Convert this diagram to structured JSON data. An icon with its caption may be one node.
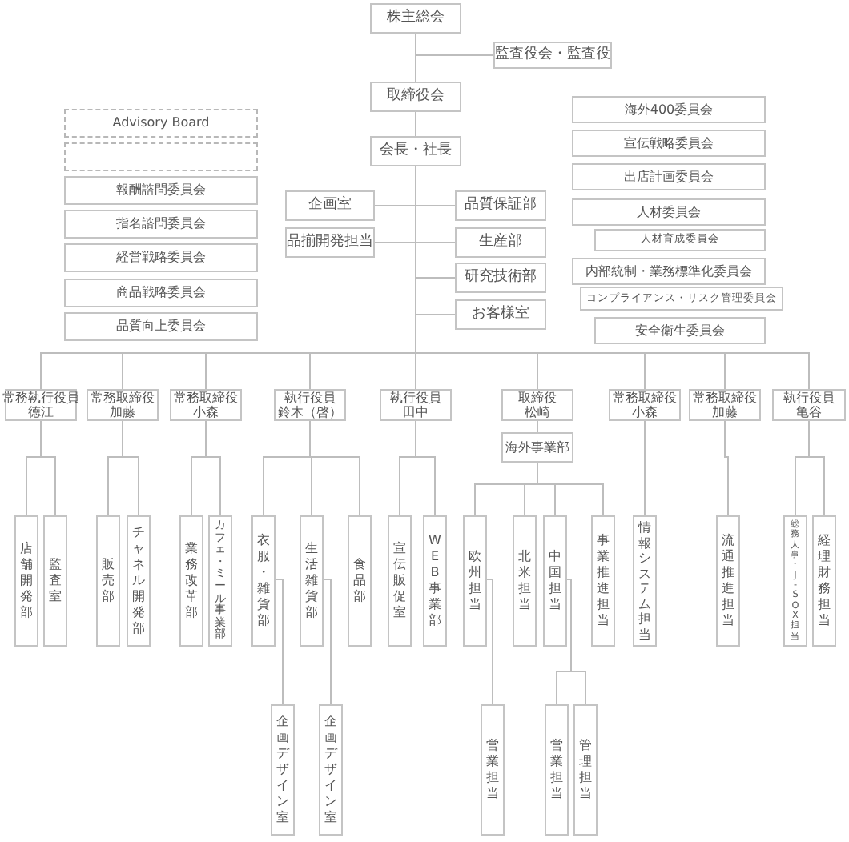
{
  "diagram": {
    "nodes": [
      {
        "text": [
          "株主総会"
        ]
      },
      {
        "text": [
          "監査役会・監査役"
        ]
      },
      {
        "text": [
          "取締役会"
        ]
      },
      {
        "text": [
          "会長・社長"
        ]
      },
      {
        "text": [
          "Advisory Board"
        ]
      },
      {
        "text": [],
        "shape": "box"
      },
      {
        "text": [
          "報酬諮問委員会"
        ]
      },
      {
        "text": [
          "指名諮問委員会"
        ]
      },
      {
        "text": [
          "経営戦略委員会"
        ]
      },
      {
        "text": [
          "商品戦略委員会"
        ]
      },
      {
        "text": [
          "品質向上委員会"
        ]
      },
      {
        "text": [
          "企画室"
        ]
      },
      {
        "text": [
          "品質保証部"
        ]
      },
      {
        "text": [
          "品揃開発担当"
        ]
      },
      {
        "text": [
          "生産部"
        ]
      },
      {
        "text": [
          "研究技術部"
        ]
      },
      {
        "text": [
          "お客様室"
        ]
      },
      {
        "text": [
          "海外400委員会"
        ]
      },
      {
        "text": [
          "宣伝戦略委員会"
        ]
      },
      {
        "text": [
          "出店計画委員会"
        ]
      },
      {
        "text": [
          "人材委員会"
        ]
      },
      {
        "text": [
          "人材育成委員会"
        ]
      },
      {
        "text": [
          "内部統制・業務標準化委員会"
        ]
      },
      {
        "text": [
          "コンプライアンス・リスク管理委員会"
        ]
      },
      {
        "text": [
          "安全衛生委員会"
        ]
      },
      {
        "text": [
          "常務執行役員",
          "徳江"
        ]
      },
      {
        "text": [
          "常務取締役",
          "加藤"
        ]
      },
      {
        "text": [
          "常務取締役",
          "小森"
        ]
      },
      {
        "text": [
          "執行役員",
          "鈴木（啓）"
        ]
      },
      {
        "text": [
          "執行役員",
          "田中"
        ]
      },
      {
        "text": [
          "取締役",
          "松崎"
        ]
      },
      {
        "text": [
          "常務取締役",
          "小森"
        ]
      },
      {
        "text": [
          "常務取締役",
          "加藤"
        ]
      },
      {
        "text": [
          "執行役員",
          "亀谷"
        ]
      },
      {
        "text": [
          "海外事業部"
        ]
      },
      {
        "text": [
          "店舗開発部"
        ]
      },
      {
        "text": [
          "監査室"
        ]
      },
      {
        "text": [
          "販売部"
        ]
      },
      {
        "text": [
          "チャネル開発部"
        ]
      },
      {
        "text": [
          "業務改革部"
        ]
      },
      {
        "text": [
          "カフェ・ミール事業部"
        ]
      },
      {
        "text": [
          "衣服・雑貨部"
        ]
      },
      {
        "text": [
          "生活雑貨部"
        ]
      },
      {
        "text": [
          "食品部"
        ]
      },
      {
        "text": [
          "宣伝販促室"
        ]
      },
      {
        "text": [
          "WEB事業部"
        ]
      },
      {
        "text": [
          "欧州担当"
        ]
      },
      {
        "text": [
          "北米担当"
        ]
      },
      {
        "text": [
          "中国担当"
        ]
      },
      {
        "text": [
          "事業推進担当"
        ]
      },
      {
        "text": [
          "情報システム担当"
        ]
      },
      {
        "text": [
          "流通推進担当"
        ]
      },
      {
        "text": [
          "総務人事・J-SOX担当"
        ]
      },
      {
        "text": [
          "経理財務担当"
        ]
      },
      {
        "text": [
          "企画デザイン室"
        ]
      },
      {
        "text": [
          "企画デザイン室"
        ]
      },
      {
        "text": [
          "営業担当"
        ]
      },
      {
        "text": [
          "営業担当"
        ]
      },
      {
        "text": [
          "管理担当"
        ]
      }
    ],
    "edges": [
      {
        "from": 0,
        "to": 1,
        "arrow": "none"
      },
      {
        "from": 0,
        "to": 2,
        "arrow": "none"
      },
      {
        "from": 2,
        "to": 3,
        "arrow": "none"
      },
      {
        "from": 3,
        "to": 11,
        "arrow": "none"
      },
      {
        "from": 3,
        "to": 12,
        "arrow": "none"
      },
      {
        "from": 3,
        "to": 13,
        "arrow": "none"
      },
      {
        "from": 3,
        "to": 14,
        "arrow": "none"
      },
      {
        "from": 3,
        "to": 15,
        "arrow": "none"
      },
      {
        "from": 3,
        "to": 16,
        "arrow": "none"
      },
      {
        "from": 3,
        "to": 25,
        "arrow": "none"
      },
      {
        "from": 3,
        "to": 26,
        "arrow": "none"
      },
      {
        "from": 3,
        "to": 27,
        "arrow": "none"
      },
      {
        "from": 3,
        "to": 28,
        "arrow": "none"
      },
      {
        "from": 3,
        "to": 29,
        "arrow": "none"
      },
      {
        "from": 3,
        "to": 30,
        "arrow": "none"
      },
      {
        "from": 3,
        "to": 31,
        "arrow": "none"
      },
      {
        "from": 3,
        "to": 32,
        "arrow": "none"
      },
      {
        "from": 3,
        "to": 33,
        "arrow": "none"
      },
      {
        "from": 30,
        "to": 34,
        "arrow": "none"
      },
      {
        "from": 25,
        "to": 35,
        "arrow": "none"
      },
      {
        "from": 25,
        "to": 36,
        "arrow": "none"
      },
      {
        "from": 26,
        "to": 37,
        "arrow": "none"
      },
      {
        "from": 26,
        "to": 38,
        "arrow": "none"
      },
      {
        "from": 27,
        "to": 39,
        "arrow": "none"
      },
      {
        "from": 27,
        "to": 40,
        "arrow": "none"
      },
      {
        "from": 28,
        "to": 41,
        "arrow": "none"
      },
      {
        "from": 28,
        "to": 42,
        "arrow": "none"
      },
      {
        "from": 28,
        "to": 43,
        "arrow": "none"
      },
      {
        "from": 29,
        "to": 44,
        "arrow": "none"
      },
      {
        "from": 29,
        "to": 45,
        "arrow": "none"
      },
      {
        "from": 34,
        "to": 46,
        "arrow": "none"
      },
      {
        "from": 34,
        "to": 47,
        "arrow": "none"
      },
      {
        "from": 34,
        "to": 48,
        "arrow": "none"
      },
      {
        "from": 34,
        "to": 49,
        "arrow": "none"
      },
      {
        "from": 31,
        "to": 50,
        "arrow": "none"
      },
      {
        "from": 32,
        "to": 51,
        "arrow": "none"
      },
      {
        "from": 33,
        "to": 52,
        "arrow": "none"
      },
      {
        "from": 33,
        "to": 53,
        "arrow": "none"
      },
      {
        "from": 41,
        "to": 54,
        "arrow": "none"
      },
      {
        "from": 42,
        "to": 55,
        "arrow": "none"
      },
      {
        "from": 46,
        "to": 56,
        "arrow": "none"
      },
      {
        "from": 48,
        "to": 57,
        "arrow": "none"
      },
      {
        "from": 48,
        "to": 58,
        "arrow": "none"
      }
    ]
  }
}
